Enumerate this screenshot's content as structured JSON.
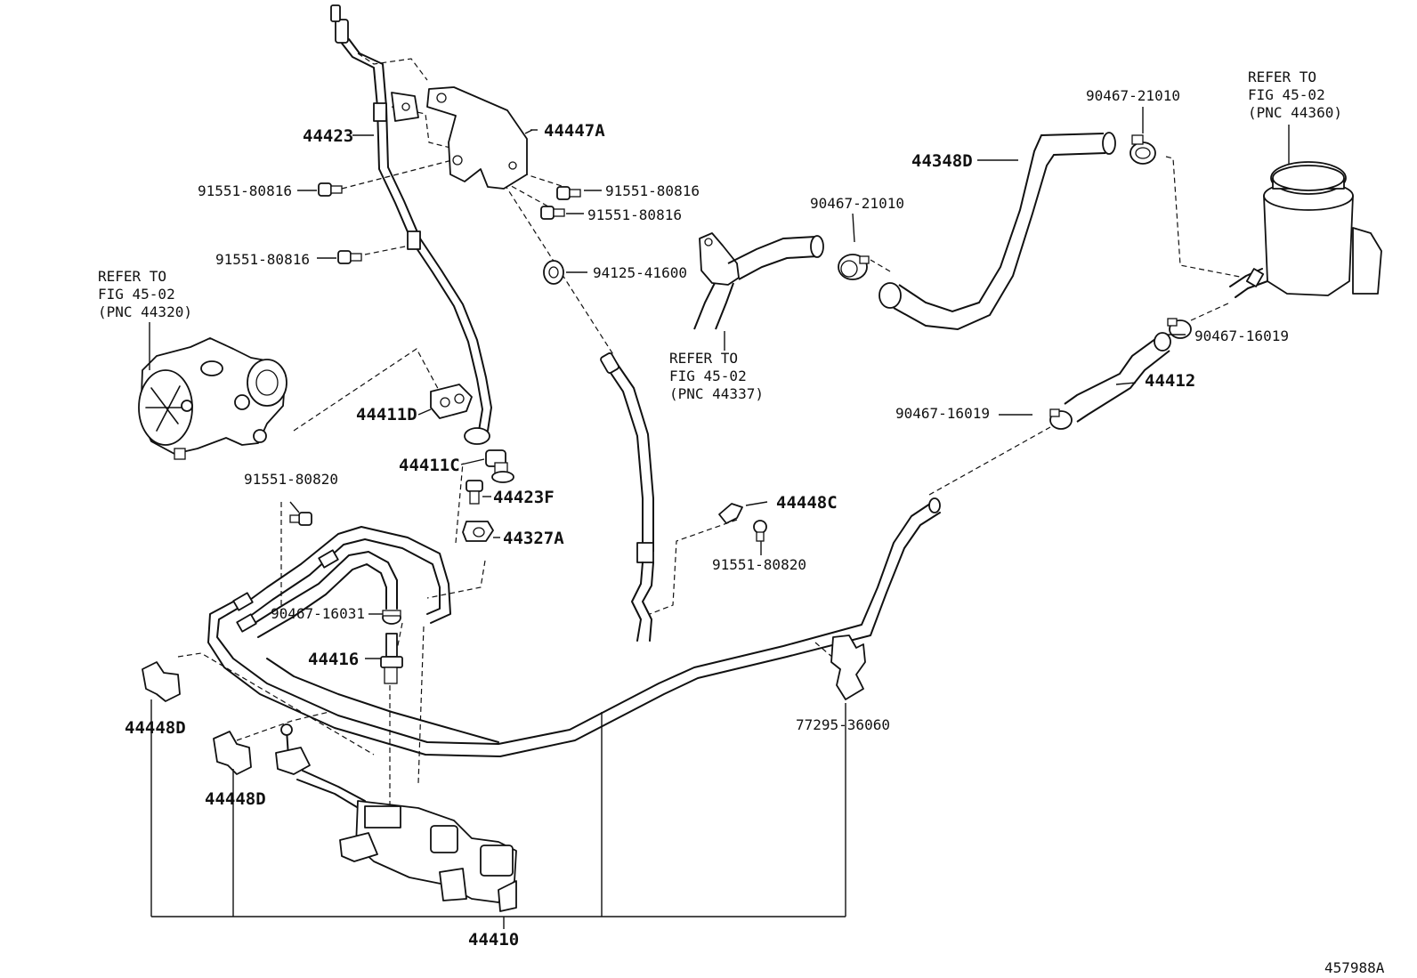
{
  "part_labels": {
    "p44423": "44423",
    "p44447A": "44447A",
    "p91551_80816_a": "91551-80816",
    "p91551_80816_b": "91551-80816",
    "p91551_80816_c": "91551-80816",
    "p91551_80816_d": "91551-80816",
    "p94125_41600": "94125-41600",
    "p44411D": "44411D",
    "p44411C": "44411C",
    "p44423F": "44423F",
    "p44327A": "44327A",
    "p91551_80820_a": "91551-80820",
    "p91551_80820_b": "91551-80820",
    "p44448C": "44448C",
    "p90467_16031": "90467-16031",
    "p44416": "44416",
    "p44448D_a": "44448D",
    "p44448D_b": "44448D",
    "p44410": "44410",
    "p77295_36060": "77295-36060",
    "p44348D": "44348D",
    "p90467_21010_a": "90467-21010",
    "p90467_21010_b": "90467-21010",
    "p90467_16019_a": "90467-16019",
    "p90467_16019_b": "90467-16019",
    "p44412": "44412"
  },
  "refer_notes": {
    "pump": {
      "line1": "REFER TO",
      "line2": "FIG 45-02",
      "line3": "(PNC 44320)"
    },
    "hose_44337": {
      "line1": "REFER TO",
      "line2": "FIG 45-02",
      "line3": "(PNC 44337)"
    },
    "reservoir": {
      "line1": "REFER TO",
      "line2": "FIG 45-02",
      "line3": "(PNC 44360)"
    }
  },
  "figure_id": "457988A"
}
